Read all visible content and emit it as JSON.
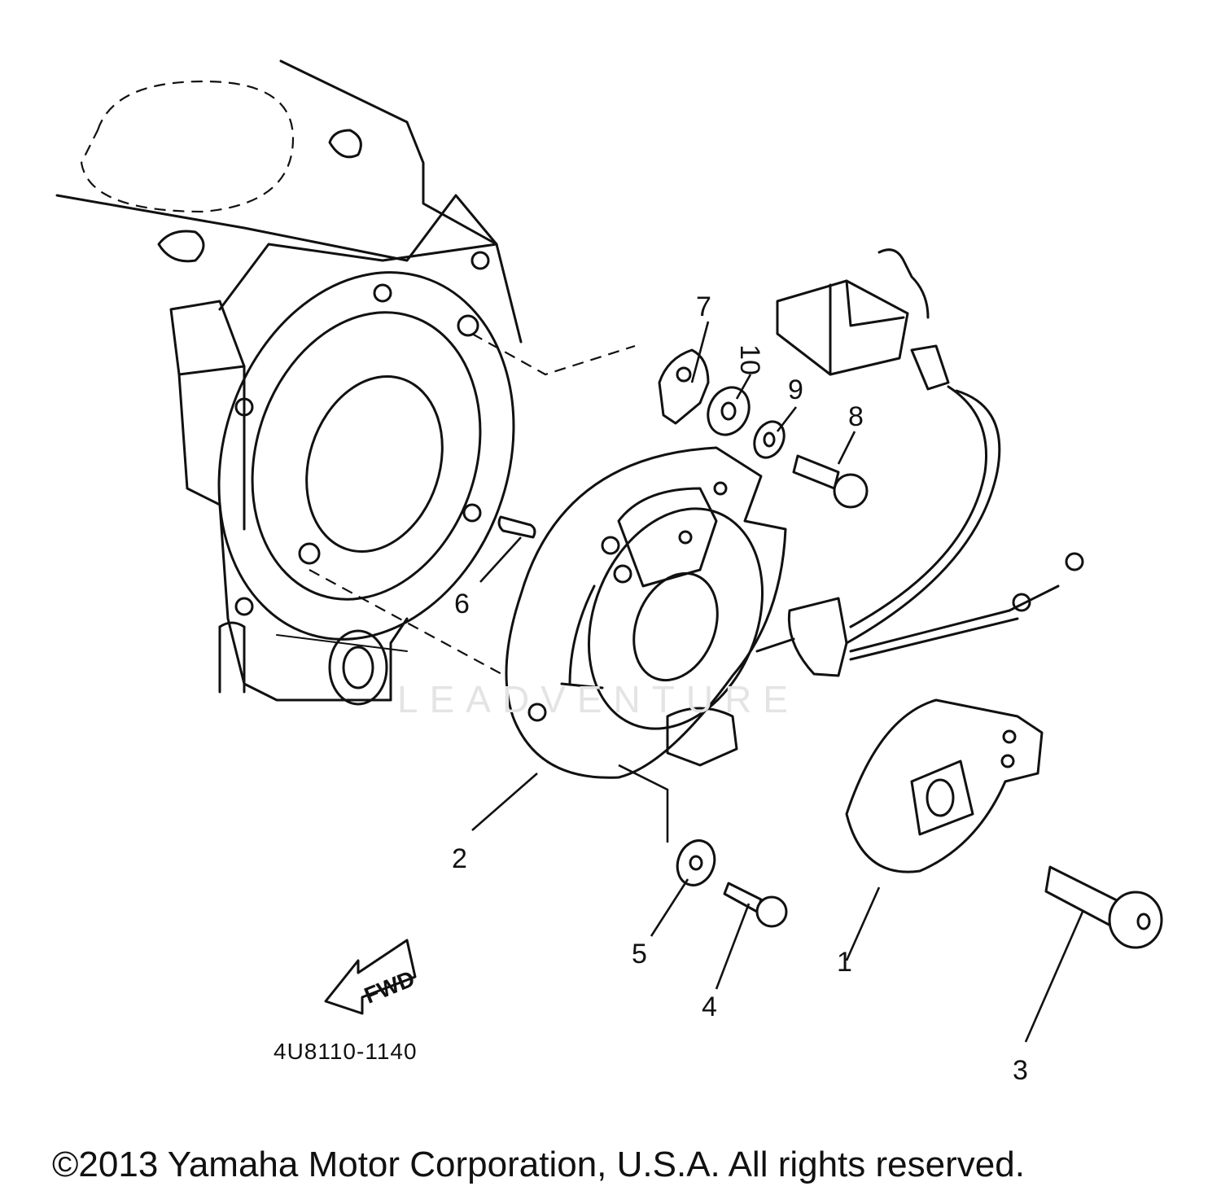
{
  "callouts": [
    {
      "id": "1",
      "label": "1"
    },
    {
      "id": "2",
      "label": "2"
    },
    {
      "id": "3",
      "label": "3"
    },
    {
      "id": "4",
      "label": "4"
    },
    {
      "id": "5",
      "label": "5"
    },
    {
      "id": "6",
      "label": "6"
    },
    {
      "id": "7",
      "label": "7"
    },
    {
      "id": "8",
      "label": "8"
    },
    {
      "id": "9",
      "label": "9"
    },
    {
      "id": "10",
      "label": "10"
    }
  ],
  "forward_arrow": {
    "label": "FWD"
  },
  "diagram_code": "4U8110-1140",
  "watermark": "LEADVENTURE",
  "copyright": "©2013 Yamaha Motor Corporation, U.S.A. All rights reserved.",
  "icons": {
    "forward": "forward-arrow-icon"
  }
}
